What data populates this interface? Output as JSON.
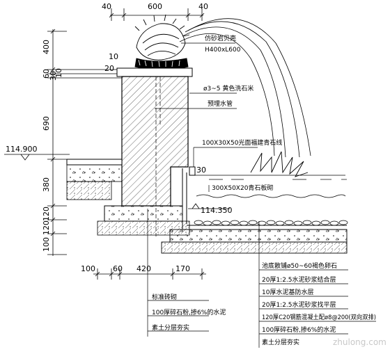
{
  "dimensions": {
    "top": [
      "40",
      "600",
      "40"
    ],
    "left": [
      "400",
      "60",
      "30",
      "10",
      "690",
      "380",
      "120",
      "120",
      "100"
    ],
    "small": [
      "10",
      "20"
    ],
    "bottom": [
      "100",
      "60",
      "420",
      "170"
    ],
    "pool_edge": "30"
  },
  "elevations": {
    "upper": "114.900",
    "pool": "114.350"
  },
  "labels": {
    "shell_name": "仿砂岩贝壳",
    "shell_size": "H400xL600",
    "cement_finish": "ø3~5 黄色洗石米",
    "pipe": "预埋水管",
    "coping": "100X30X50光面福建青石线",
    "slab": "300X50X20青石板砌",
    "pool_bottom": [
      "池底散铺ø50~60褐色卵石",
      "20厚1:2.5水泥砂浆结合层",
      "10厚水泥基防水层",
      "20厚1:2.5水泥砂浆找平层",
      "120厚C20钢筋混凝土配ø8@200(双向双排)",
      "100厚碎石粉,掺6%的水泥",
      "素土分层夯实"
    ],
    "wall_base": [
      "标准砖砌",
      "100厚碎石粉,掺6%的水泥",
      "素土分层夯实"
    ]
  },
  "watermark": "zhulong.com"
}
